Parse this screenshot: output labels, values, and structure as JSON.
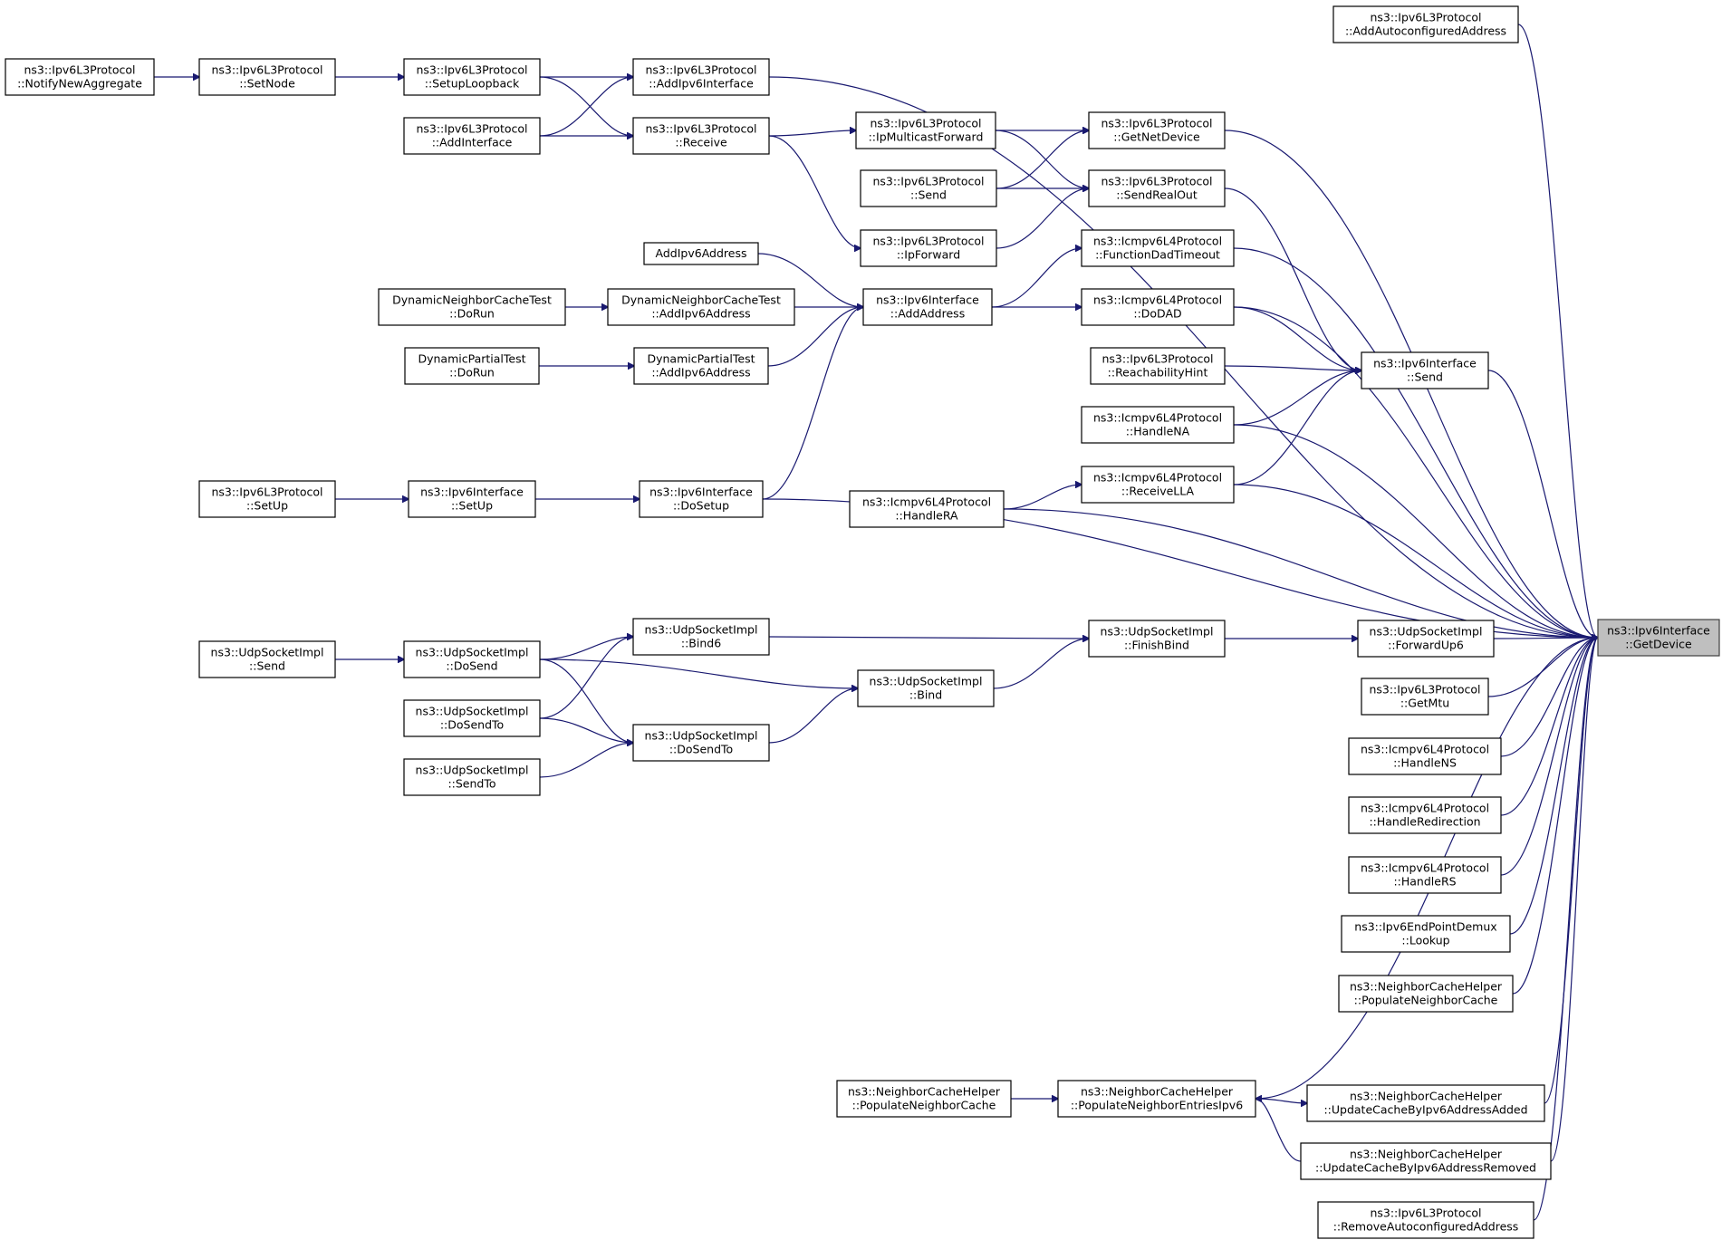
{
  "graph": {
    "edge_color": "#191970",
    "focus_fill": "#bfbfbf",
    "nodes": [
      {
        "id": "focus",
        "lines": [
          "ns3::Ipv6Interface",
          "::GetDevice"
        ],
        "focus": true
      },
      {
        "id": "addAutoAddr",
        "lines": [
          "ns3::Ipv6L3Protocol",
          "::AddAutoconfiguredAddress"
        ]
      },
      {
        "id": "notifyNewAgg",
        "lines": [
          "ns3::Ipv6L3Protocol",
          "::NotifyNewAggregate"
        ]
      },
      {
        "id": "setNode",
        "lines": [
          "ns3::Ipv6L3Protocol",
          "::SetNode"
        ]
      },
      {
        "id": "setupLoopback",
        "lines": [
          "ns3::Ipv6L3Protocol",
          "::SetupLoopback"
        ]
      },
      {
        "id": "addIpv6Interface",
        "lines": [
          "ns3::Ipv6L3Protocol",
          "::AddIpv6Interface"
        ]
      },
      {
        "id": "addInterface",
        "lines": [
          "ns3::Ipv6L3Protocol",
          "::AddInterface"
        ]
      },
      {
        "id": "receive",
        "lines": [
          "ns3::Ipv6L3Protocol",
          "::Receive"
        ]
      },
      {
        "id": "ipMulticastForward",
        "lines": [
          "ns3::Ipv6L3Protocol",
          "::IpMulticastForward"
        ]
      },
      {
        "id": "getNetDevice",
        "lines": [
          "ns3::Ipv6L3Protocol",
          "::GetNetDevice"
        ]
      },
      {
        "id": "l3Send",
        "lines": [
          "ns3::Ipv6L3Protocol",
          "::Send"
        ]
      },
      {
        "id": "sendRealOut",
        "lines": [
          "ns3::Ipv6L3Protocol",
          "::SendRealOut"
        ]
      },
      {
        "id": "ipForward",
        "lines": [
          "ns3::Ipv6L3Protocol",
          "::IpForward"
        ]
      },
      {
        "id": "funcDadTimeout",
        "lines": [
          "ns3::Icmpv6L4Protocol",
          "::FunctionDadTimeout"
        ]
      },
      {
        "id": "addIpv6AddressFn",
        "lines": [
          "AddIpv6Address"
        ]
      },
      {
        "id": "dncDoRun",
        "lines": [
          "DynamicNeighborCacheTest",
          "::DoRun"
        ]
      },
      {
        "id": "dncAddAddr",
        "lines": [
          "DynamicNeighborCacheTest",
          "::AddIpv6Address"
        ]
      },
      {
        "id": "ifAddAddress",
        "lines": [
          "ns3::Ipv6Interface",
          "::AddAddress"
        ]
      },
      {
        "id": "doDad",
        "lines": [
          "ns3::Icmpv6L4Protocol",
          "::DoDAD"
        ]
      },
      {
        "id": "dptDoRun",
        "lines": [
          "DynamicPartialTest",
          "::DoRun"
        ]
      },
      {
        "id": "dptAddAddr",
        "lines": [
          "DynamicPartialTest",
          "::AddIpv6Address"
        ]
      },
      {
        "id": "reachHint",
        "lines": [
          "ns3::Ipv6L3Protocol",
          "::ReachabilityHint"
        ]
      },
      {
        "id": "ifSend",
        "lines": [
          "ns3::Ipv6Interface",
          "::Send"
        ]
      },
      {
        "id": "handleNA",
        "lines": [
          "ns3::Icmpv6L4Protocol",
          "::HandleNA"
        ]
      },
      {
        "id": "l3SetUp",
        "lines": [
          "ns3::Ipv6L3Protocol",
          "::SetUp"
        ]
      },
      {
        "id": "ifSetUp",
        "lines": [
          "ns3::Ipv6Interface",
          "::SetUp"
        ]
      },
      {
        "id": "ifDoSetup",
        "lines": [
          "ns3::Ipv6Interface",
          "::DoSetup"
        ]
      },
      {
        "id": "receiveLLA",
        "lines": [
          "ns3::Icmpv6L4Protocol",
          "::ReceiveLLA"
        ]
      },
      {
        "id": "handleRA",
        "lines": [
          "ns3::Icmpv6L4Protocol",
          "::HandleRA"
        ]
      },
      {
        "id": "udpSend",
        "lines": [
          "ns3::UdpSocketImpl",
          "::Send"
        ]
      },
      {
        "id": "udpDoSend",
        "lines": [
          "ns3::UdpSocketImpl",
          "::DoSend"
        ]
      },
      {
        "id": "udpBind6",
        "lines": [
          "ns3::UdpSocketImpl",
          "::Bind6"
        ]
      },
      {
        "id": "udpFinishBind",
        "lines": [
          "ns3::UdpSocketImpl",
          "::FinishBind"
        ]
      },
      {
        "id": "udpForwardUp6",
        "lines": [
          "ns3::UdpSocketImpl",
          "::ForwardUp6"
        ]
      },
      {
        "id": "udpBind",
        "lines": [
          "ns3::UdpSocketImpl",
          "::Bind"
        ]
      },
      {
        "id": "udpDoSendTo",
        "lines": [
          "ns3::UdpSocketImpl",
          "::DoSendTo"
        ]
      },
      {
        "id": "udpDoSendTo2",
        "lines": [
          "ns3::UdpSocketImpl",
          "::DoSendTo"
        ]
      },
      {
        "id": "udpSendTo",
        "lines": [
          "ns3::UdpSocketImpl",
          "::SendTo"
        ]
      },
      {
        "id": "getMtu",
        "lines": [
          "ns3::Ipv6L3Protocol",
          "::GetMtu"
        ]
      },
      {
        "id": "handleNS",
        "lines": [
          "ns3::Icmpv6L4Protocol",
          "::HandleNS"
        ]
      },
      {
        "id": "handleRedirection",
        "lines": [
          "ns3::Icmpv6L4Protocol",
          "::HandleRedirection"
        ]
      },
      {
        "id": "handleRS",
        "lines": [
          "ns3::Icmpv6L4Protocol",
          "::HandleRS"
        ]
      },
      {
        "id": "epLookup",
        "lines": [
          "ns3::Ipv6EndPointDemux",
          "::Lookup"
        ]
      },
      {
        "id": "popNC",
        "lines": [
          "ns3::NeighborCacheHelper",
          "::PopulateNeighborCache"
        ]
      },
      {
        "id": "popNC2",
        "lines": [
          "ns3::NeighborCacheHelper",
          "::PopulateNeighborCache"
        ]
      },
      {
        "id": "popNE",
        "lines": [
          "ns3::NeighborCacheHelper",
          "::PopulateNeighborEntriesIpv6"
        ]
      },
      {
        "id": "updAdded",
        "lines": [
          "ns3::NeighborCacheHelper",
          "::UpdateCacheByIpv6AddressAdded"
        ]
      },
      {
        "id": "updRemoved",
        "lines": [
          "ns3::NeighborCacheHelper",
          "::UpdateCacheByIpv6AddressRemoved"
        ]
      },
      {
        "id": "removeAutoAddr",
        "lines": [
          "ns3::Ipv6L3Protocol",
          "::RemoveAutoconfiguredAddress"
        ]
      }
    ],
    "edges": [
      [
        "addAutoAddr",
        "focus"
      ],
      [
        "getNetDevice",
        "focus"
      ],
      [
        "addIpv6Interface",
        "focus"
      ],
      [
        "sendRealOut",
        "ifSend"
      ],
      [
        "funcDadTimeout",
        "focus"
      ],
      [
        "doDad",
        "focus"
      ],
      [
        "doDad",
        "ifSend"
      ],
      [
        "reachHint",
        "ifSend"
      ],
      [
        "handleNA",
        "ifSend"
      ],
      [
        "receiveLLA",
        "ifSend"
      ],
      [
        "ifSend",
        "focus"
      ],
      [
        "handleNA",
        "focus"
      ],
      [
        "receiveLLA",
        "focus"
      ],
      [
        "handleRA",
        "focus"
      ],
      [
        "ifDoSetup",
        "focus"
      ],
      [
        "udpForwardUp6",
        "focus"
      ],
      [
        "getMtu",
        "focus"
      ],
      [
        "handleNS",
        "focus"
      ],
      [
        "handleRedirection",
        "focus"
      ],
      [
        "handleRS",
        "focus"
      ],
      [
        "epLookup",
        "focus"
      ],
      [
        "popNC",
        "focus"
      ],
      [
        "popNE",
        "focus"
      ],
      [
        "updAdded",
        "focus"
      ],
      [
        "updRemoved",
        "focus"
      ],
      [
        "removeAutoAddr",
        "focus"
      ],
      [
        "notifyNewAgg",
        "setNode"
      ],
      [
        "setNode",
        "setupLoopback"
      ],
      [
        "setupLoopback",
        "addIpv6Interface"
      ],
      [
        "addInterface",
        "addIpv6Interface"
      ],
      [
        "setupLoopback",
        "receive"
      ],
      [
        "addInterface",
        "receive"
      ],
      [
        "receive",
        "ipMulticastForward"
      ],
      [
        "receive",
        "ipForward"
      ],
      [
        "ipMulticastForward",
        "getNetDevice"
      ],
      [
        "l3Send",
        "getNetDevice"
      ],
      [
        "ipMulticastForward",
        "sendRealOut"
      ],
      [
        "l3Send",
        "sendRealOut"
      ],
      [
        "ipForward",
        "sendRealOut"
      ],
      [
        "ifAddAddress",
        "funcDadTimeout"
      ],
      [
        "ifAddAddress",
        "doDad"
      ],
      [
        "addIpv6AddressFn",
        "ifAddAddress"
      ],
      [
        "dncDoRun",
        "dncAddAddr"
      ],
      [
        "dncAddAddr",
        "ifAddAddress"
      ],
      [
        "dptDoRun",
        "dptAddAddr"
      ],
      [
        "dptAddAddr",
        "ifAddAddress"
      ],
      [
        "ifDoSetup",
        "ifAddAddress"
      ],
      [
        "l3SetUp",
        "ifSetUp"
      ],
      [
        "ifSetUp",
        "ifDoSetup"
      ],
      [
        "handleRA",
        "receiveLLA"
      ],
      [
        "udpSend",
        "udpDoSend"
      ],
      [
        "udpDoSend",
        "udpBind6"
      ],
      [
        "udpDoSendTo",
        "udpBind6"
      ],
      [
        "udpDoSend",
        "udpBind"
      ],
      [
        "udpDoSend",
        "udpDoSendTo2"
      ],
      [
        "udpDoSendTo",
        "udpDoSendTo2"
      ],
      [
        "udpSendTo",
        "udpDoSendTo2"
      ],
      [
        "udpDoSendTo2",
        "udpBind"
      ],
      [
        "udpBind6",
        "udpFinishBind"
      ],
      [
        "udpBind",
        "udpFinishBind"
      ],
      [
        "udpFinishBind",
        "udpForwardUp6"
      ],
      [
        "popNC2",
        "popNE"
      ],
      [
        "popNE",
        "updAdded"
      ],
      [
        "updRemoved",
        "popNE"
      ]
    ]
  }
}
